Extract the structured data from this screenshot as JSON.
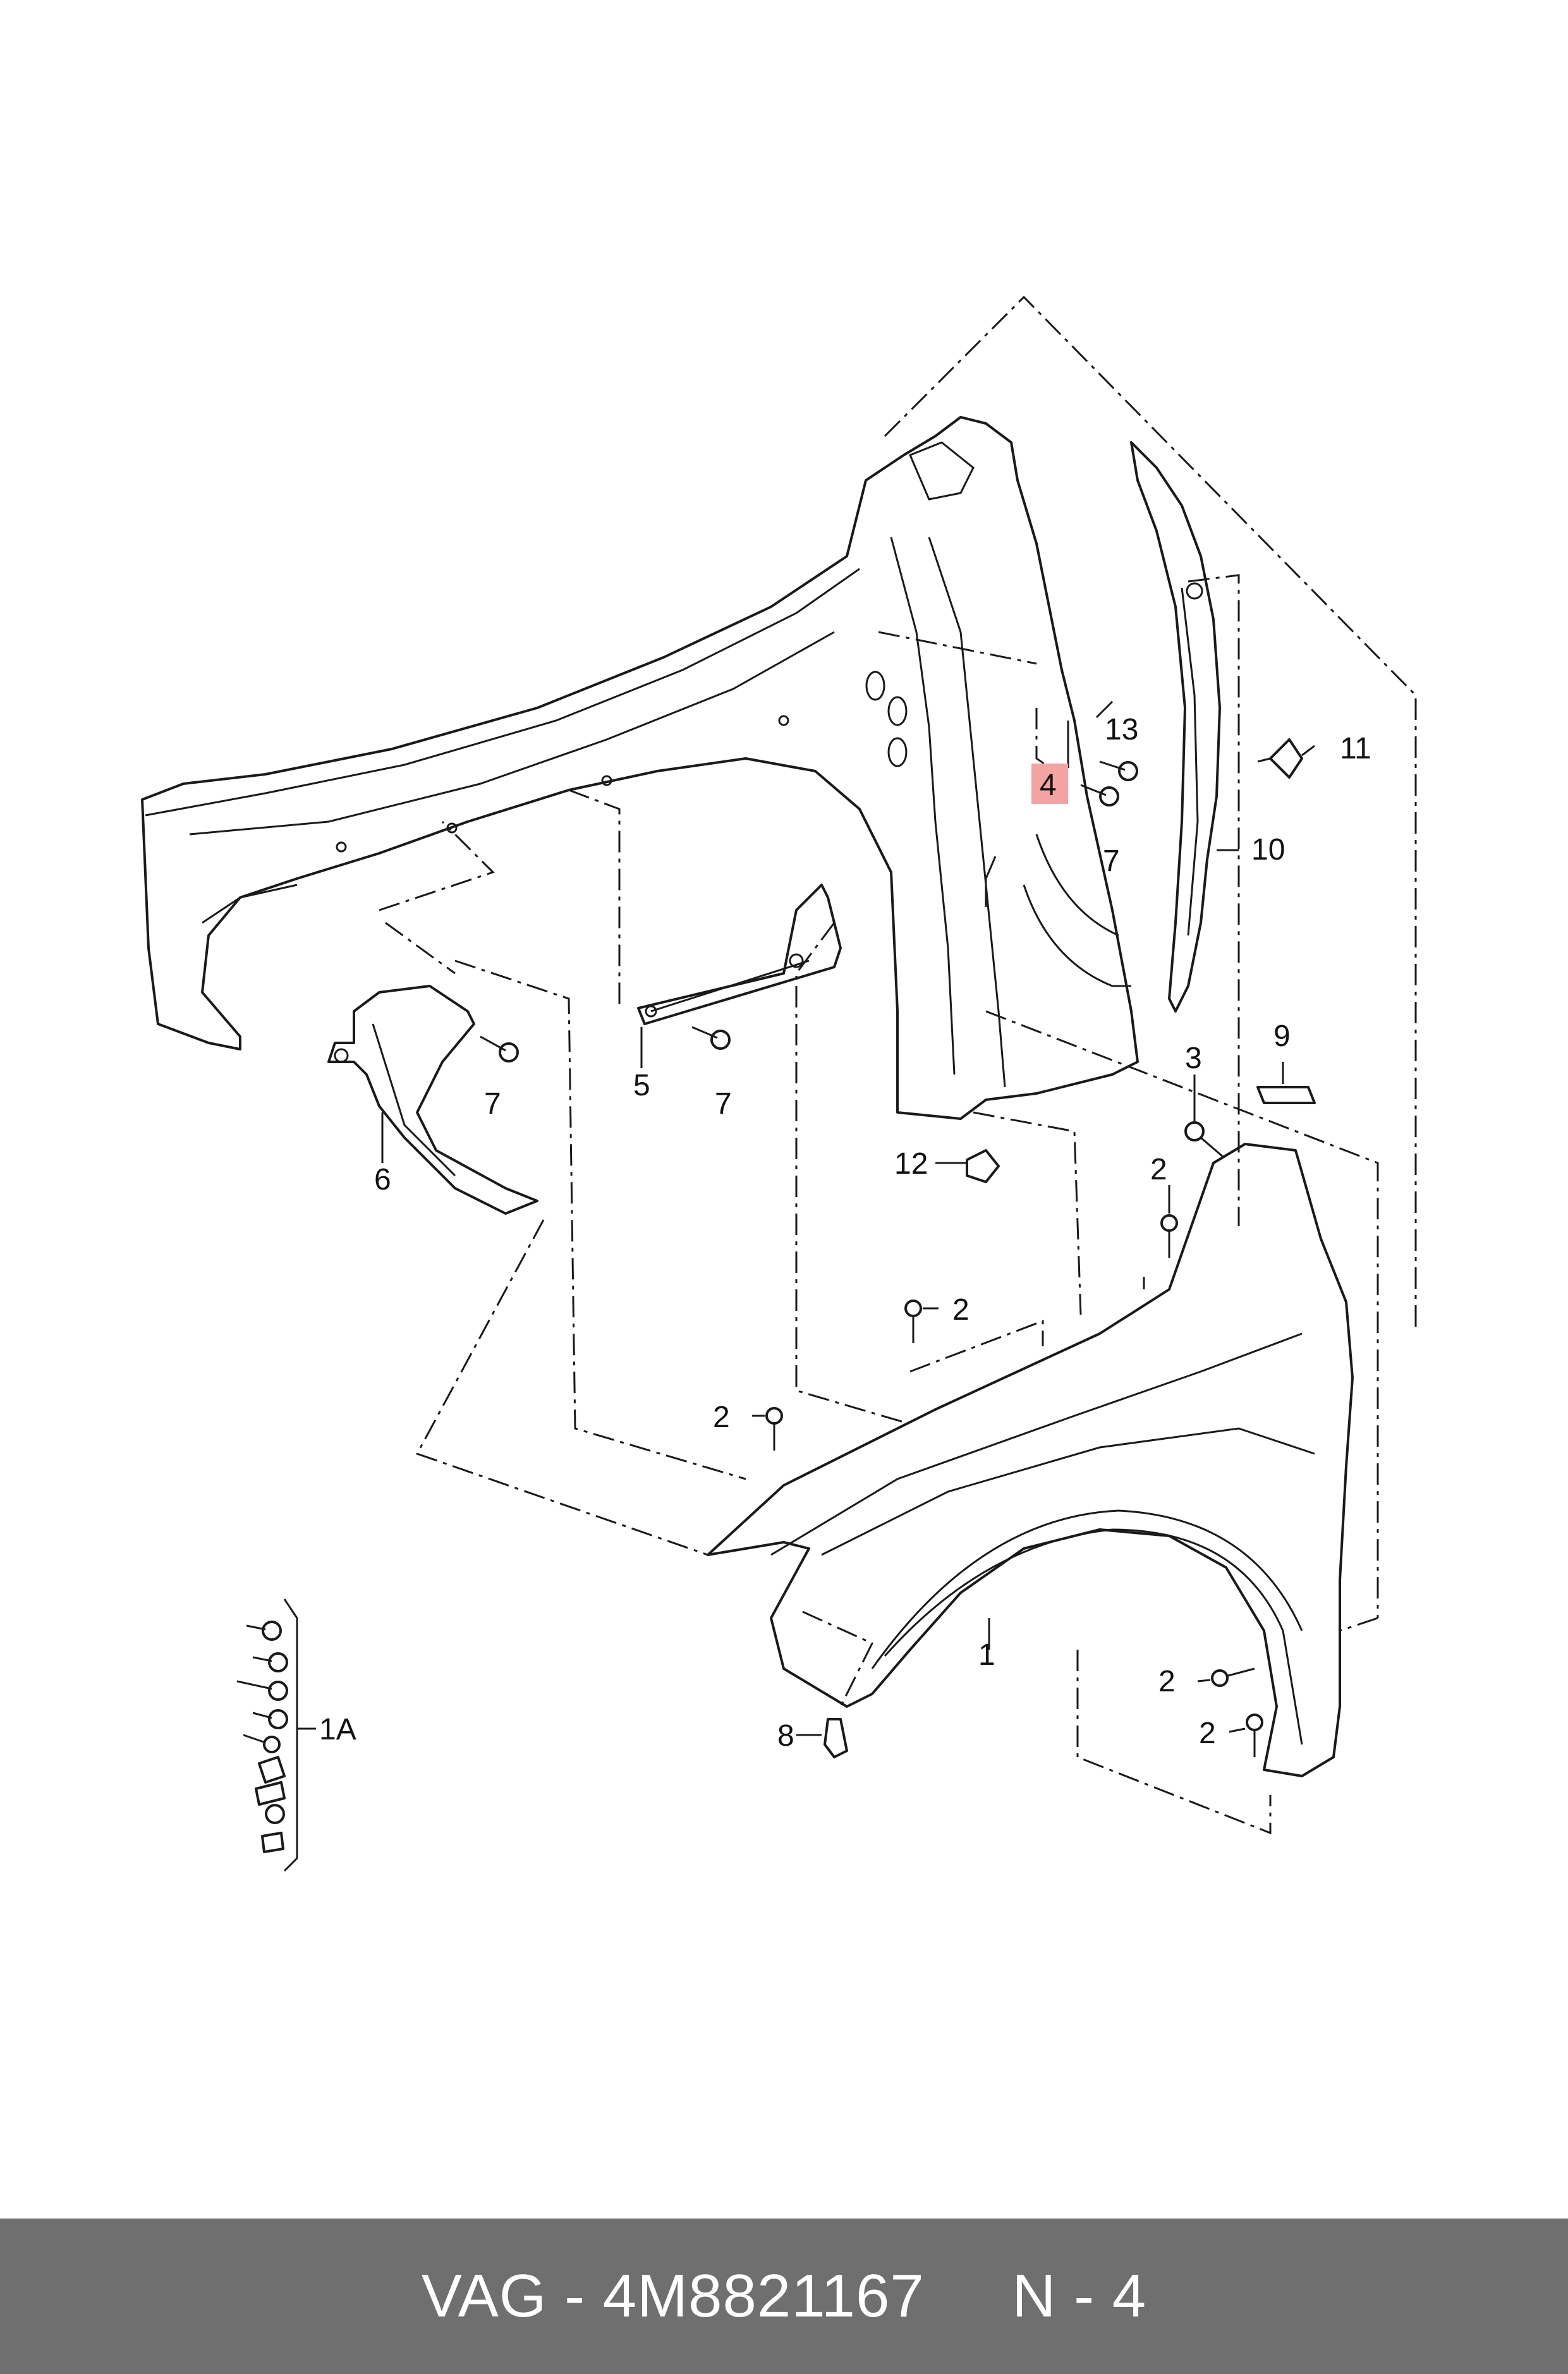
{
  "diagram": {
    "callouts": [
      {
        "id": "c1",
        "text": "1"
      },
      {
        "id": "c1a",
        "text": "1A"
      },
      {
        "id": "c2a",
        "text": "2"
      },
      {
        "id": "c2b",
        "text": "2"
      },
      {
        "id": "c2c",
        "text": "2"
      },
      {
        "id": "c2d",
        "text": "2"
      },
      {
        "id": "c2e",
        "text": "2"
      },
      {
        "id": "c2f",
        "text": "2"
      },
      {
        "id": "c3",
        "text": "3"
      },
      {
        "id": "c4",
        "text": "4",
        "highlighted": true
      },
      {
        "id": "c5",
        "text": "5"
      },
      {
        "id": "c6",
        "text": "6"
      },
      {
        "id": "c7a",
        "text": "7"
      },
      {
        "id": "c7b",
        "text": "7"
      },
      {
        "id": "c7c",
        "text": "7"
      },
      {
        "id": "c8",
        "text": "8"
      },
      {
        "id": "c9",
        "text": "9"
      },
      {
        "id": "c10",
        "text": "10"
      },
      {
        "id": "c11",
        "text": "11"
      },
      {
        "id": "c12",
        "text": "12"
      },
      {
        "id": "c13",
        "text": "13"
      }
    ],
    "highlight_color": "#f4a3a3",
    "line_color": "#1a1a1a"
  },
  "footer": {
    "text": "VAG - 4M8821167     N - 4",
    "background": "#6f6f6f",
    "text_color": "#ffffff"
  }
}
